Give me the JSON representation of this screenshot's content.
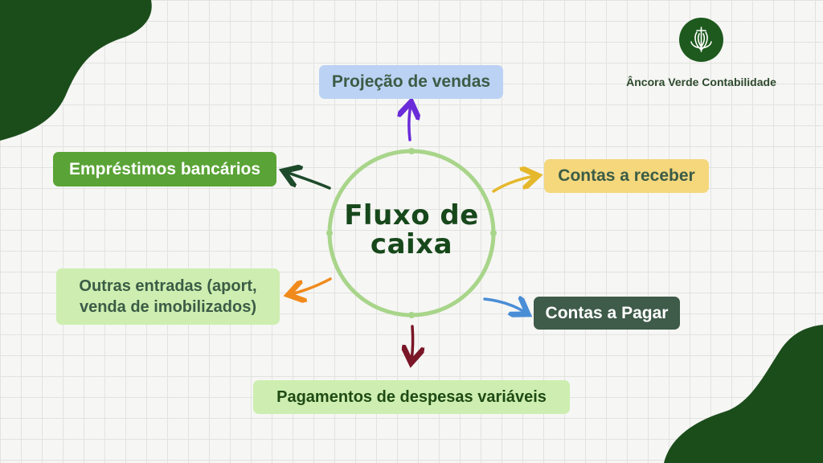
{
  "center": {
    "title_line1": "Fluxo de",
    "title_line2": "caixa"
  },
  "nodes": {
    "projecao": "Projeção de vendas",
    "emprestimos": "Empréstimos bancários",
    "receber": "Contas a receber",
    "outras_line1": "Outras entradas (aport,",
    "outras_line2": "venda de imobilizados)",
    "pagar": "Contas a Pagar",
    "pagamentos": "Pagamentos de despesas variáveis"
  },
  "logo": {
    "name": "Âncora Verde Contabilidade",
    "icon": "anchor-flower-icon"
  },
  "colors": {
    "dark_green": "#17481b",
    "circle": "#a8d58a",
    "arrow_projecao": "#6a2bd8",
    "arrow_emprestimos": "#1d4a2a",
    "arrow_receber": "#e5b82c",
    "arrow_outras": "#f08a1c",
    "arrow_pagar": "#4a8ed6",
    "arrow_pagamentos": "#7a1626"
  }
}
